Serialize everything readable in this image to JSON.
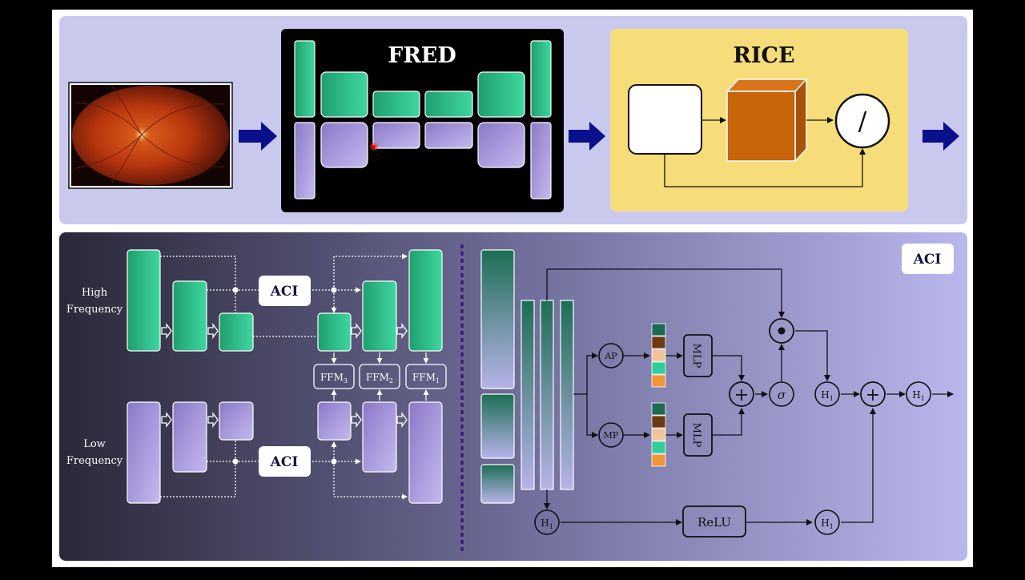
{
  "top": {
    "fred_title": "FRED",
    "rice_title": "RICE",
    "divide_symbol": "/"
  },
  "bottom": {
    "high_label": [
      "High",
      "Frequency"
    ],
    "low_label": [
      "Low",
      "Frequency"
    ],
    "aci_label": "ACI",
    "aci_badge": "ACI",
    "ffm_modules": [
      {
        "base": "FFM",
        "sub": "3"
      },
      {
        "base": "FFM",
        "sub": "2"
      },
      {
        "base": "FFM",
        "sub": "1"
      }
    ],
    "ap_label": "AP",
    "mp_label": "MP",
    "mlp_label": "MLP",
    "relu_label": "ReLU",
    "sigma_label": "σ",
    "plus_symbol": "+",
    "h_node": {
      "base": "H",
      "sub": "1"
    }
  },
  "colors": {
    "top_panel_bg": "#c9c9ee",
    "fred_bg": "#000000",
    "rice_bg": "#f7dd7a",
    "arrow_blue": "#0a0f8c",
    "green_block": "#25b57f",
    "purple_block": "#9a8ad0",
    "orange_cube": "#c8640a",
    "bottom_panel_dark": "#2d2b3b",
    "bottom_panel_light": "#b7b5ea",
    "divider": "#3b1a80",
    "swatches": [
      "#1f6b52",
      "#6b3a12",
      "#f2c39a",
      "#2fcf9a",
      "#f0963a"
    ]
  }
}
